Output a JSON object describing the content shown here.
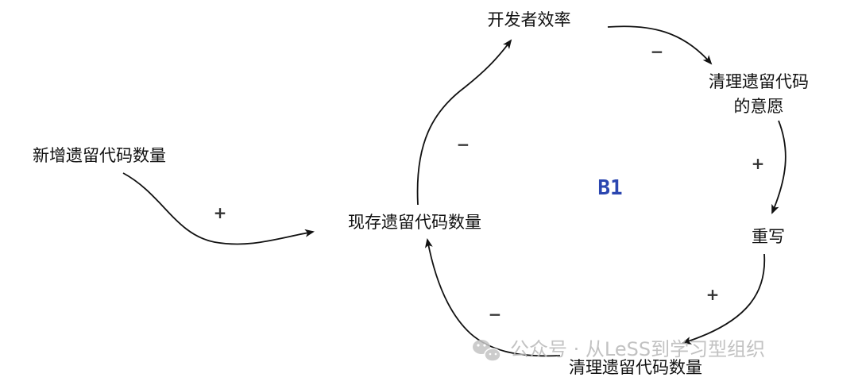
{
  "nodes": {
    "developer_efficiency": "开发者效率",
    "cleanup_willingness_line1": "清理遗留代码",
    "cleanup_willingness_line2": "的意愿",
    "new_legacy_code": "新增遗留代码数量",
    "existing_legacy_code": "现存遗留代码数量",
    "rewrite": "重写",
    "cleaned_legacy_code": "清理遗留代码数量"
  },
  "polarities": {
    "efficiency_to_willingness": "−",
    "willingness_to_rewrite": "+",
    "rewrite_to_cleaned": "+",
    "cleaned_to_existing": "−",
    "existing_to_efficiency": "−",
    "new_to_existing": "+"
  },
  "loop": {
    "label": "B1",
    "color": "#2b46b0"
  },
  "watermark": {
    "text": "公众号 · 从LeSS到学习型组织",
    "icon": "wechat-icon"
  }
}
